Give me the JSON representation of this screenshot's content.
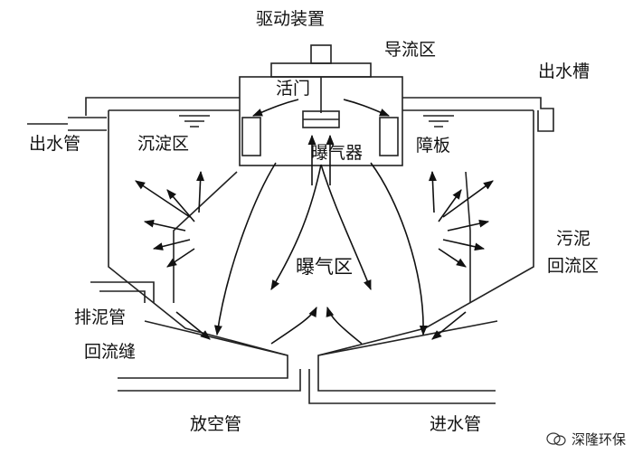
{
  "labels": {
    "drive_device": "驱动装置",
    "guide_zone": "导流区",
    "outlet_trough": "出水槽",
    "valve": "活门",
    "outlet_pipe": "出水管",
    "settling_zone": "沉淀区",
    "aerator": "曝气器",
    "baffle": "障板",
    "sludge_return_zone_line1": "污泥",
    "sludge_return_zone_line2": "回流区",
    "aeration_zone": "曝气区",
    "sludge_discharge_pipe": "排泥管",
    "return_slot": "回流缝",
    "drain_pipe": "放空管",
    "inlet_pipe": "进水管"
  },
  "watermark": {
    "text": "深隆环保",
    "icon": "wechat-icon"
  }
}
